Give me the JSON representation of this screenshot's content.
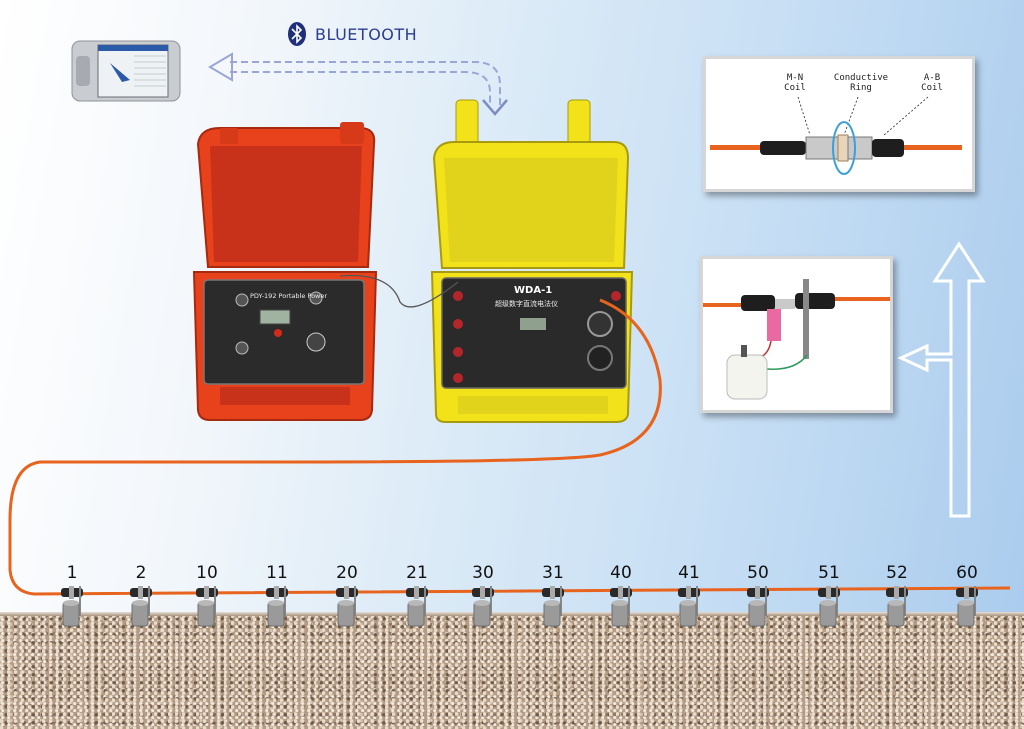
{
  "bluetooth": {
    "label": "BLUETOOTH",
    "icon": "bluetooth-icon"
  },
  "power_unit": {
    "title": "PDY-192 Portable Power",
    "case_color": "#e8421c"
  },
  "instrument": {
    "model": "WDA-1",
    "subtitle": "超级数字直流电法仪",
    "case_color": "#f2e21a"
  },
  "coil_inset": {
    "mn_label": "M-N\nCoil",
    "ring_label": "Conductive\nRing",
    "ab_label": "A-B\nCoil"
  },
  "electrodes": {
    "labels": [
      "1",
      "2",
      "10",
      "11",
      "20",
      "21",
      "30",
      "31",
      "40",
      "41",
      "50",
      "51",
      "52",
      "60"
    ]
  },
  "colors": {
    "cable": "#e8641e",
    "arrow_dash": "#9aa7d6",
    "bluetooth_text": "#2d3d8f"
  }
}
